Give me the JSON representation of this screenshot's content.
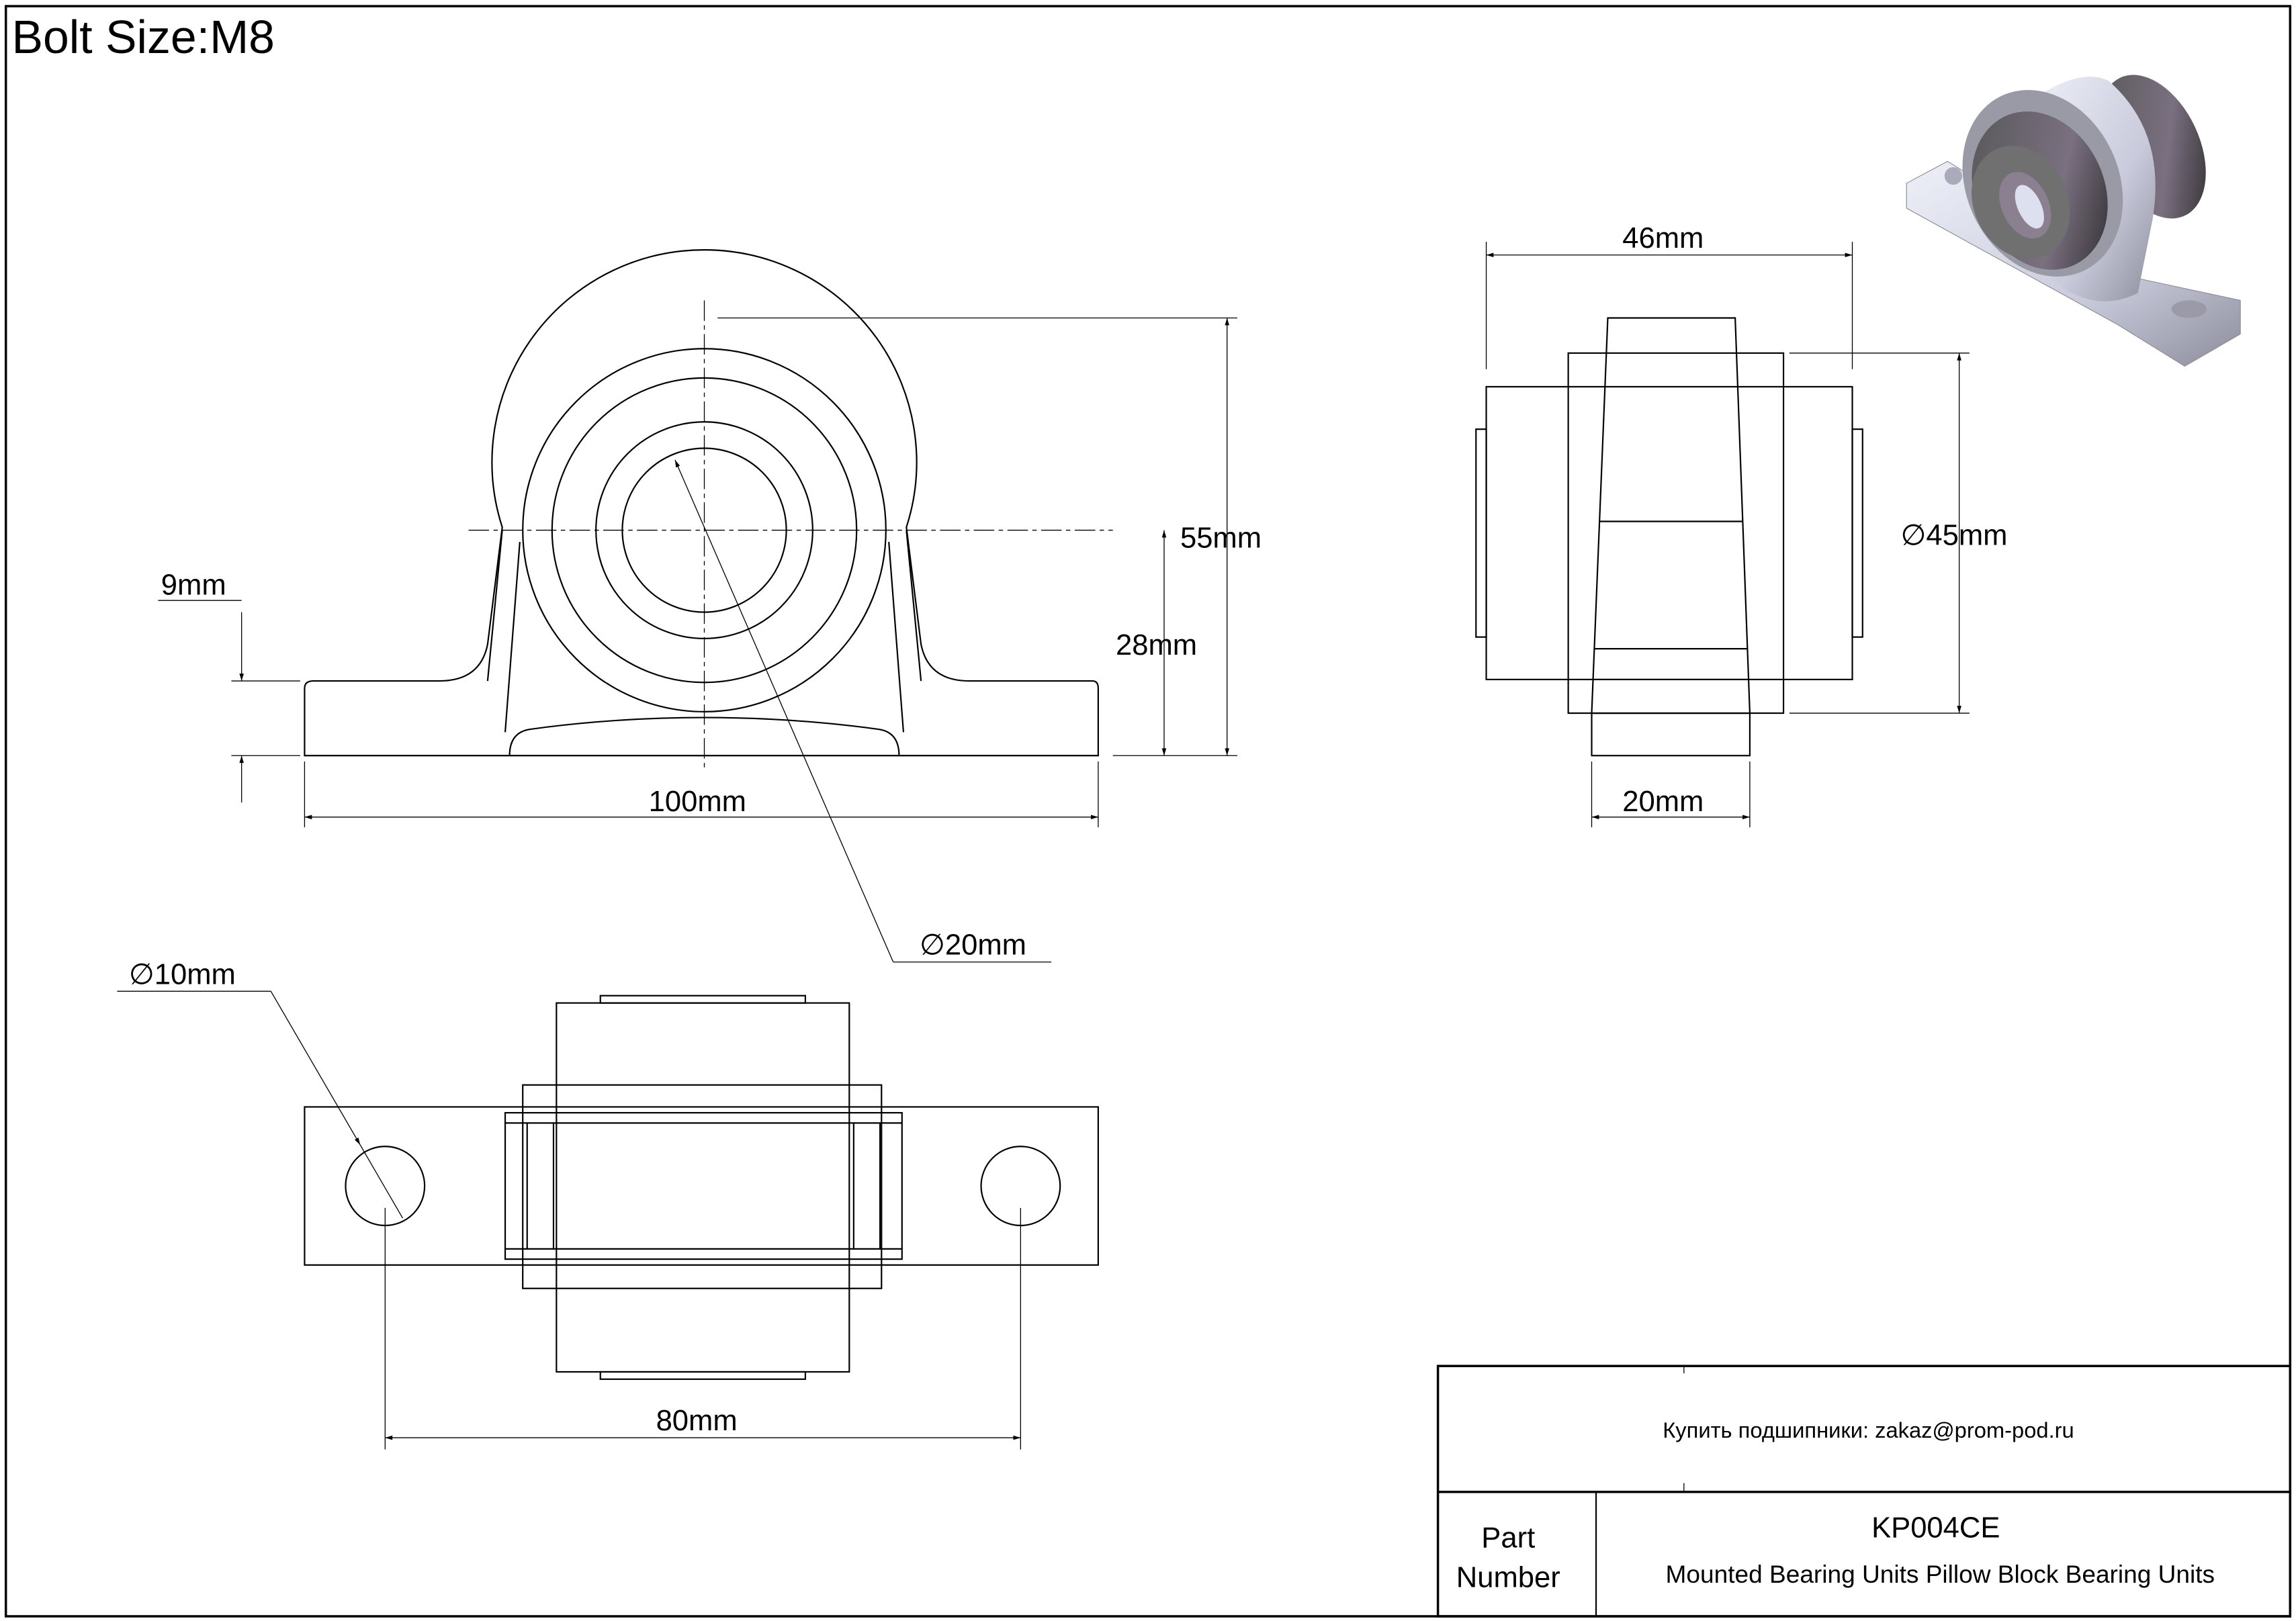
{
  "header": {
    "title": "Bolt Size:M8"
  },
  "dimensions": {
    "height_total": "55mm",
    "center_height": "28mm",
    "base_thickness": "9mm",
    "length": "100mm",
    "bore": "20mm",
    "width_total": "46mm",
    "housing_dia": "45mm",
    "base_width": "20mm",
    "bolt_hole": "10mm",
    "bolt_spacing": "80mm",
    "diameter_symbol": "∅"
  },
  "title_block": {
    "contact": "Купить подшипники: zakaz@prom-pod.ru",
    "part_label_1": "Part",
    "part_label_2": "Number",
    "part_number": "KP004CE",
    "description": "Mounted Bearing Units Pillow Block Bearing Units"
  }
}
